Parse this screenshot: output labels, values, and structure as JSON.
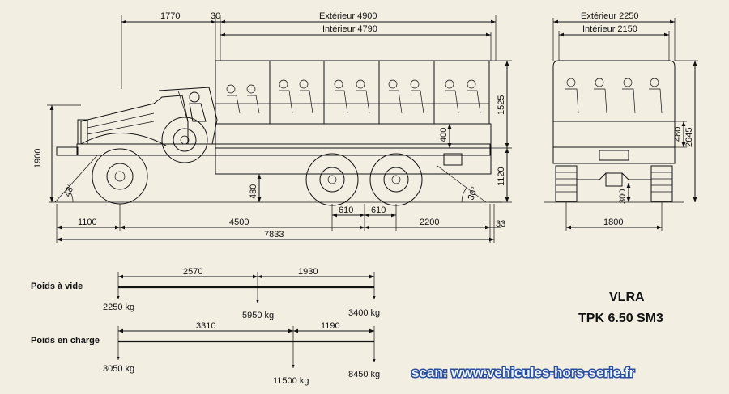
{
  "top_dims": {
    "overhang_top": "1770",
    "gap": "30",
    "ext_length": "Extérieur 4900",
    "int_length": "Intérieur 4790"
  },
  "rear_view_dims": {
    "ext_width": "Extérieur 2250",
    "int_width": "Intérieur 2150",
    "track": "1800",
    "heights": [
      "480",
      "2645",
      "300"
    ]
  },
  "side_vertical_dims": {
    "overall_height_front": "1900",
    "canvas_height": "1525",
    "floor_height": "1120",
    "side_board": "400",
    "ground_clearance": "480",
    "approach_angle": "43°",
    "departure_angle": "30°"
  },
  "bottom_dims": {
    "front_overhang": "1100",
    "wheelbase": "4500",
    "bogie_a": "610",
    "bogie_b": "610",
    "rear_overhang": "2200",
    "tail": "33",
    "overall_length": "7833"
  },
  "weights": {
    "empty": {
      "label": "Poids à vide",
      "span1": "2570",
      "span2": "1930",
      "front": "2250 kg",
      "middle": "5950 kg",
      "rear": "3400 kg"
    },
    "loaded": {
      "label": "Poids en charge",
      "span1": "3310",
      "span2": "1190",
      "front": "3050 kg",
      "middle": "11500 kg",
      "rear": "8450 kg"
    }
  },
  "title": {
    "line1": "VLRA",
    "line2": "TPK 6.50 SM3"
  },
  "credit": "scan: www.vehicules-hors-serie.fr",
  "colors": {
    "paper": "#f3eee2",
    "ink": "#111111",
    "credit_fill": "#eef4ff",
    "credit_outline": "#2a4e9a"
  }
}
